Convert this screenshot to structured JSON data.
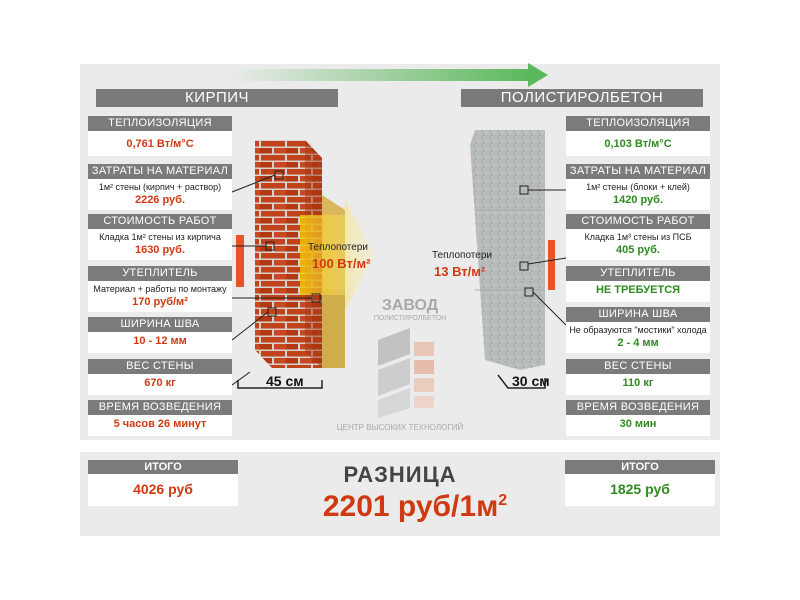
{
  "headers": {
    "left": "КИРПИЧ",
    "right": "ПОЛИСТИРОЛБЕТОН"
  },
  "brick": [
    {
      "label": "ТЕПЛОИЗОЛЯЦИЯ",
      "line": "",
      "value": "0,761 Вт/м°С"
    },
    {
      "label": "ЗАТРАТЫ НА МАТЕРИАЛ",
      "line": "1м² стены (кирпич + раствор)",
      "value": "2226 руб."
    },
    {
      "label": "СТОИМОСТЬ РАБОТ",
      "line": "Кладка 1м² стены из кирпича",
      "value": "1630 руб."
    },
    {
      "label": "УТЕПЛИТЕЛЬ",
      "line": "Материал + работы по монтажу",
      "value": "170 руб/м²"
    },
    {
      "label": "ШИРИНА ШВА",
      "line": "",
      "value": "10 - 12 мм"
    },
    {
      "label": "ВЕС СТЕНЫ",
      "line": "",
      "value": "670 кг"
    },
    {
      "label": "ВРЕМЯ ВОЗВЕДЕНИЯ",
      "line": "",
      "value": "5 часов 26 минут"
    }
  ],
  "polystyrene": [
    {
      "label": "ТЕПЛОИЗОЛЯЦИЯ",
      "line": "",
      "value": "0,103 Вт/м°С"
    },
    {
      "label": "ЗАТРАТЫ НА МАТЕРИАЛ",
      "line": "1м² стены (блоки + клей)",
      "value": "1420 руб."
    },
    {
      "label": "СТОИМОСТЬ РАБОТ",
      "line": "Кладка 1м³ стены из ПСБ",
      "value": "405 руб."
    },
    {
      "label": "УТЕПЛИТЕЛЬ",
      "line": "",
      "value": "НЕ ТРЕБУЕТСЯ"
    },
    {
      "label": "ШИРИНА ШВА",
      "line": "Не образуются \"мостики\" холода",
      "value": "2 - 4 мм"
    },
    {
      "label": "ВЕС СТЕНЫ",
      "line": "",
      "value": "110 кг"
    },
    {
      "label": "ВРЕМЯ ВОЗВЕДЕНИЯ",
      "line": "",
      "value": "30 мин"
    }
  ],
  "diagram": {
    "brick_loss_label": "Теплопотери",
    "brick_loss_value": "100 Вт/м²",
    "brick_thickness": "45 см",
    "ps_loss_label": "Теплопотери",
    "ps_loss_value": "13 Вт/м²",
    "ps_thickness": "30 см",
    "logo_title": "ЗАВОД",
    "logo_sub": "ПОЛИСТИРОЛБЕТОН",
    "logo_bottom": "ЦЕНТР ВЫСОКИХ ТЕХНОЛОГИЙ"
  },
  "totals": {
    "left_label": "ИТОГО",
    "left_value": "4026 руб",
    "right_label": "ИТОГО",
    "right_value": "1825 руб",
    "diff_title": "РАЗНИЦА",
    "diff_value": "2201 руб/1м",
    "diff_exp": "2"
  },
  "colors": {
    "red": "#d03a12",
    "green": "#2e8b1f",
    "header_gray": "#7a7a7a",
    "panel": "#ebebeb"
  }
}
